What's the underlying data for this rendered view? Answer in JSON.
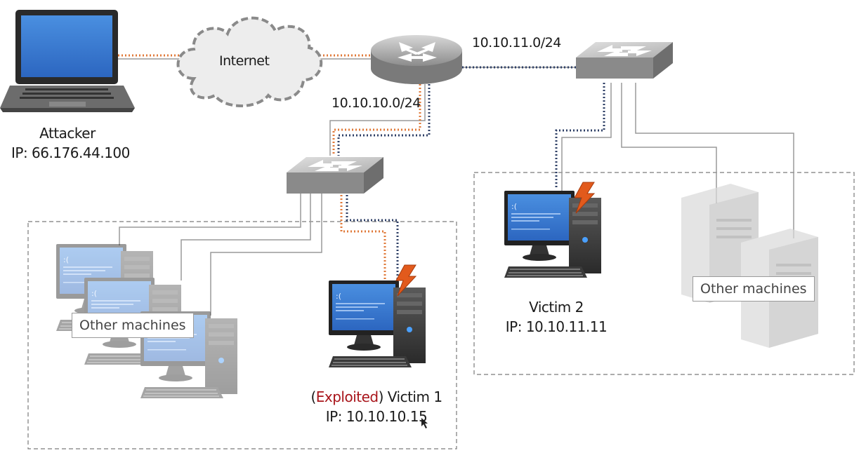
{
  "cloud": {
    "label": "Internet"
  },
  "networks": {
    "net_a": "10.10.10.0/24",
    "net_b": "10.10.11.0/24"
  },
  "attacker": {
    "name": "Attacker",
    "ip": "IP: 66.176.44.100"
  },
  "victim1": {
    "prefix_open": "(",
    "exploited": "Exploited",
    "suffix": ") Victim 1",
    "ip": "IP: 10.10.10.15"
  },
  "victim2": {
    "name": "Victim 2",
    "ip": "IP: 10.10.11.11"
  },
  "groups": {
    "left_label": "Other machines",
    "right_label": "Other machines"
  },
  "colors": {
    "exploit_path": "#e07a3a",
    "lateral_path": "#2e3f66",
    "cable": "#9a9a9a",
    "bsod": "#3a7bd5",
    "exploited_text": "#a8141a"
  },
  "icons": [
    "laptop-icon",
    "cloud-icon",
    "router-icon",
    "switch-icon",
    "desktop-icon",
    "server-icon",
    "lightning-icon",
    "cursor-icon"
  ]
}
